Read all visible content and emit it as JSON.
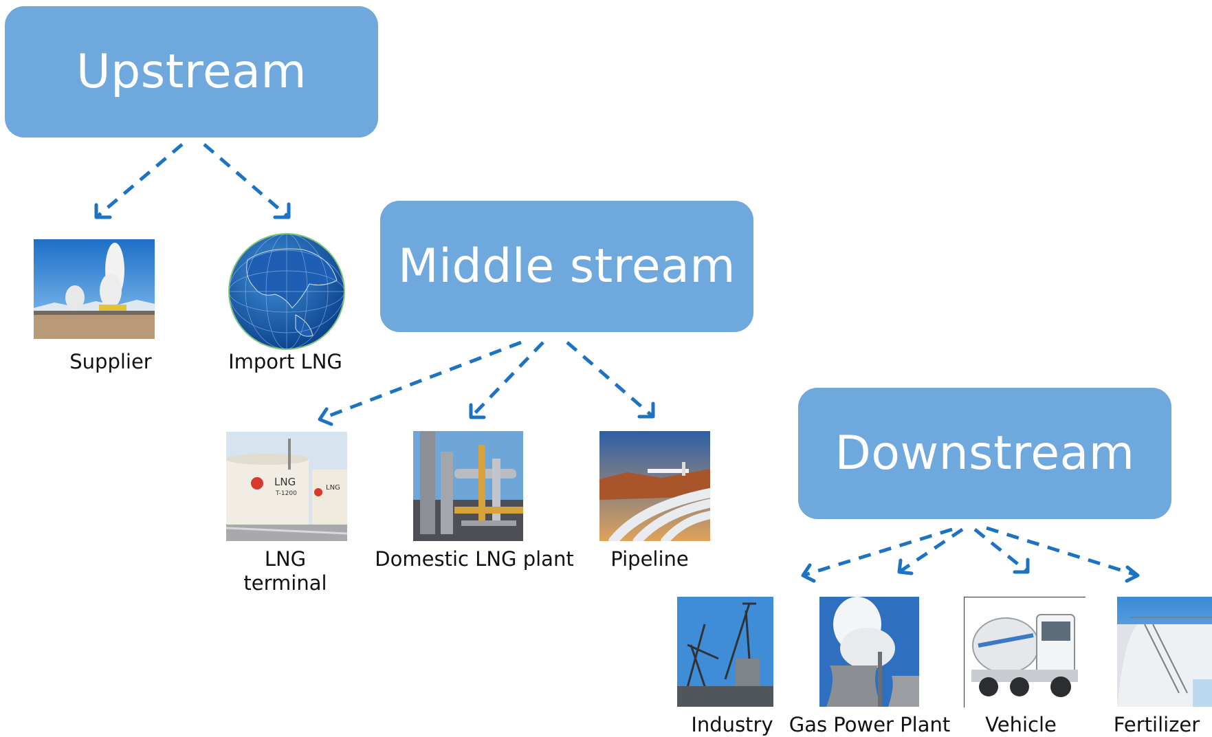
{
  "stages": {
    "upstream": "Upstream",
    "middle": "Middle stream",
    "downstream": "Downstream"
  },
  "items": {
    "supplier": "Supplier",
    "import_lng": "Import LNG",
    "lng_terminal_line1": "LNG",
    "lng_terminal_line2": "terminal",
    "domestic_plant": "Domestic LNG plant",
    "pipeline": "Pipeline",
    "industry": "Industry",
    "gas_power_plant": "Gas Power Plant",
    "vehicle": "Vehicle",
    "fertilizer": "Fertilizer"
  },
  "photo_text": {
    "tank_main": "LNG",
    "tank_code": "T-1200",
    "tank_small": "LNG"
  },
  "colors": {
    "stage_box": "#6fa8dc",
    "arrow": "#1c73c2"
  }
}
